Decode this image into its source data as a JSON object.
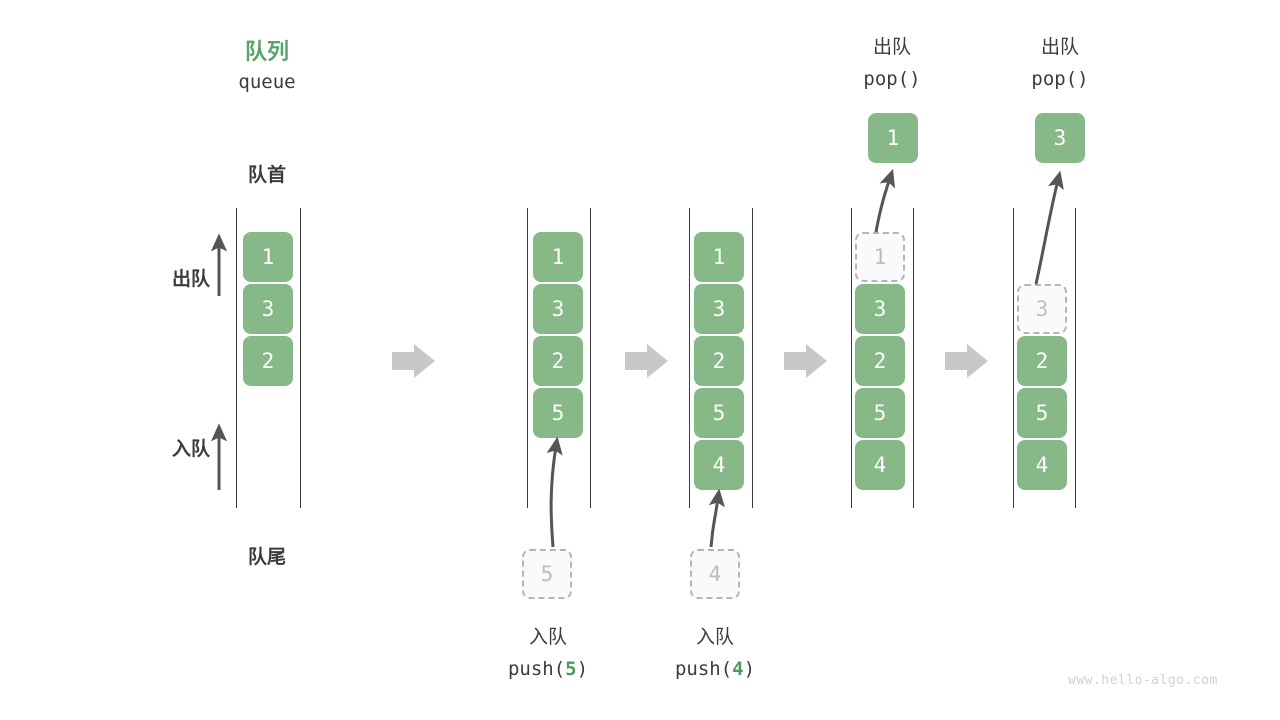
{
  "diagram": {
    "title_cn": "队列",
    "title_en": "queue",
    "head_label": "队首",
    "tail_label": "队尾",
    "dequeue_label": "出队",
    "enqueue_label": "入队",
    "accent_color": "#5aa469",
    "element_color": "#86b888",
    "ghost_color": "#bdbdbd",
    "arrow_color": "#c8c8c8",
    "watermark": "www.hello-algo.com"
  },
  "panels": [
    {
      "id": "initial",
      "cells": [
        {
          "value": "1",
          "state": "solid"
        },
        {
          "value": "3",
          "state": "solid"
        },
        {
          "value": "2",
          "state": "solid"
        }
      ]
    },
    {
      "id": "push-5",
      "op_cn": "入队",
      "op_fn": "push(",
      "op_arg": "5",
      "op_fn_end": ")",
      "incoming": "5",
      "cells": [
        {
          "value": "1",
          "state": "solid"
        },
        {
          "value": "3",
          "state": "solid"
        },
        {
          "value": "2",
          "state": "solid"
        },
        {
          "value": "5",
          "state": "solid"
        }
      ]
    },
    {
      "id": "push-4",
      "op_cn": "入队",
      "op_fn": "push(",
      "op_arg": "4",
      "op_fn_end": ")",
      "incoming": "4",
      "cells": [
        {
          "value": "1",
          "state": "solid"
        },
        {
          "value": "3",
          "state": "solid"
        },
        {
          "value": "2",
          "state": "solid"
        },
        {
          "value": "5",
          "state": "solid"
        },
        {
          "value": "4",
          "state": "solid"
        }
      ]
    },
    {
      "id": "pop-1",
      "op_cn": "出队",
      "op_fn": "pop()",
      "popped": "1",
      "cells": [
        {
          "value": "1",
          "state": "ghost"
        },
        {
          "value": "3",
          "state": "solid"
        },
        {
          "value": "2",
          "state": "solid"
        },
        {
          "value": "5",
          "state": "solid"
        },
        {
          "value": "4",
          "state": "solid"
        }
      ]
    },
    {
      "id": "pop-3",
      "op_cn": "出队",
      "op_fn": "pop()",
      "popped": "3",
      "cells": [
        {
          "value": "",
          "state": "empty"
        },
        {
          "value": "3",
          "state": "ghost"
        },
        {
          "value": "2",
          "state": "solid"
        },
        {
          "value": "5",
          "state": "solid"
        },
        {
          "value": "4",
          "state": "solid"
        }
      ]
    }
  ]
}
